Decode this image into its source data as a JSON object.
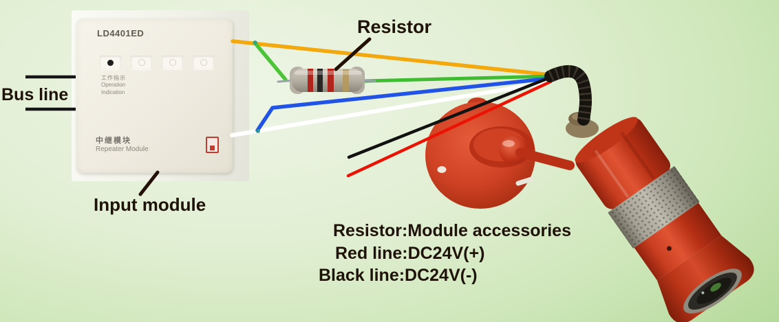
{
  "diagram": {
    "labels": {
      "bus_line": "Bus line",
      "resistor": "Resistor",
      "input_module": "Input module"
    },
    "notes": [
      "Resistor:Module accessories",
      "Red line:DC24V(+)",
      "Black line:DC24V(-)"
    ],
    "module": {
      "model": "LD4401ED",
      "indicator_cn": "工作指示",
      "indicator_en_line1": "Operation",
      "indicator_en_line2": "Indication",
      "name_cn": "中继模块",
      "name_en": "Repeater Module"
    },
    "colors": {
      "background_center": "#EEF5E6",
      "background_edge": "#A0CE84",
      "wire_orange": "#F3A90E",
      "wire_green": "#4CC438",
      "wire_blue": "#2053E6",
      "wire_white": "#FFFFFF",
      "wire_black": "#121212",
      "wire_red": "#EB1404",
      "device_red": "#CC3A1E",
      "resistor_body": "#B4AFA2",
      "label_text": "#1E1209"
    }
  }
}
